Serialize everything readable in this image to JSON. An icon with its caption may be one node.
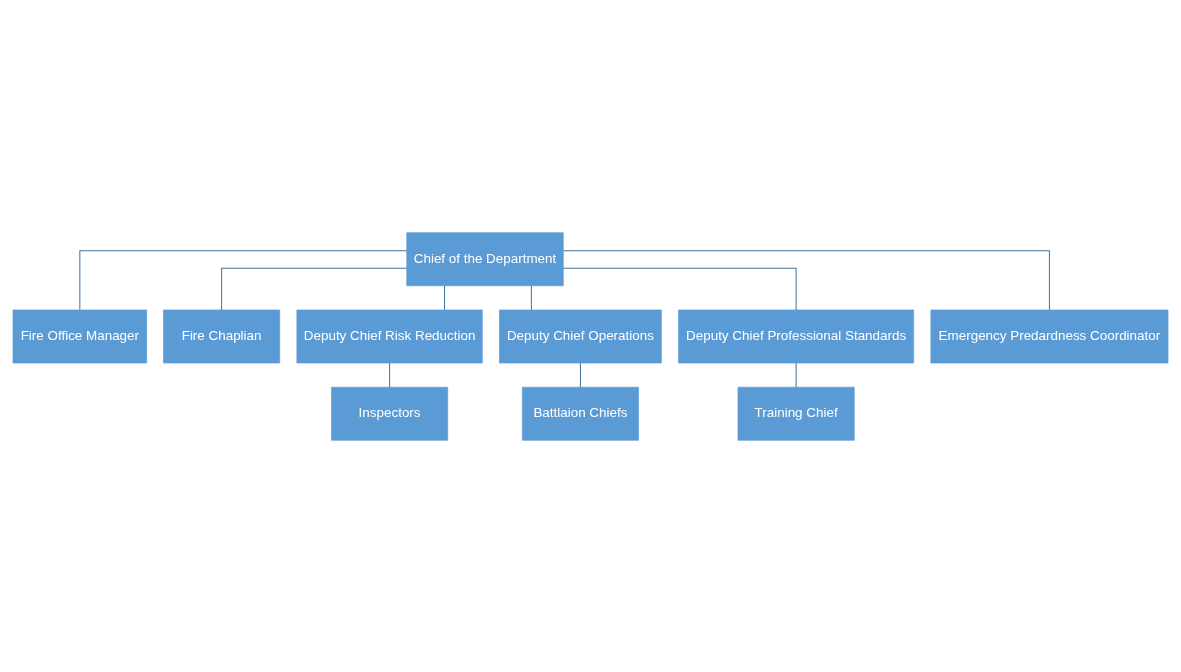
{
  "diagram": {
    "nodes": [
      {
        "text": [
          "Chief of the Department"
        ]
      },
      {
        "text": [
          "Fire Office Manager"
        ]
      },
      {
        "text": [
          "Fire Chaplian"
        ]
      },
      {
        "text": [
          "Deputy Chief Risk Reduction"
        ]
      },
      {
        "text": [
          "Deputy Chief Operations"
        ]
      },
      {
        "text": [
          "Deputy Chief Professional Standards"
        ]
      },
      {
        "text": [
          "Emergency Predardness Coordinator"
        ]
      },
      {
        "text": [
          "Inspectors"
        ]
      },
      {
        "text": [
          "Battlaion Chiefs"
        ]
      },
      {
        "text": [
          "Training Chief"
        ]
      }
    ],
    "edges": [
      {
        "from": 0,
        "to": 1,
        "arrow": "none"
      },
      {
        "from": 0,
        "to": 2,
        "arrow": "none"
      },
      {
        "from": 0,
        "to": 3,
        "arrow": "none"
      },
      {
        "from": 0,
        "to": 4,
        "arrow": "none"
      },
      {
        "from": 0,
        "to": 5,
        "arrow": "none"
      },
      {
        "from": 0,
        "to": 6,
        "arrow": "none"
      },
      {
        "from": 3,
        "to": 7,
        "arrow": "none"
      },
      {
        "from": 4,
        "to": 8,
        "arrow": "none"
      },
      {
        "from": 5,
        "to": 9,
        "arrow": "none"
      }
    ]
  }
}
